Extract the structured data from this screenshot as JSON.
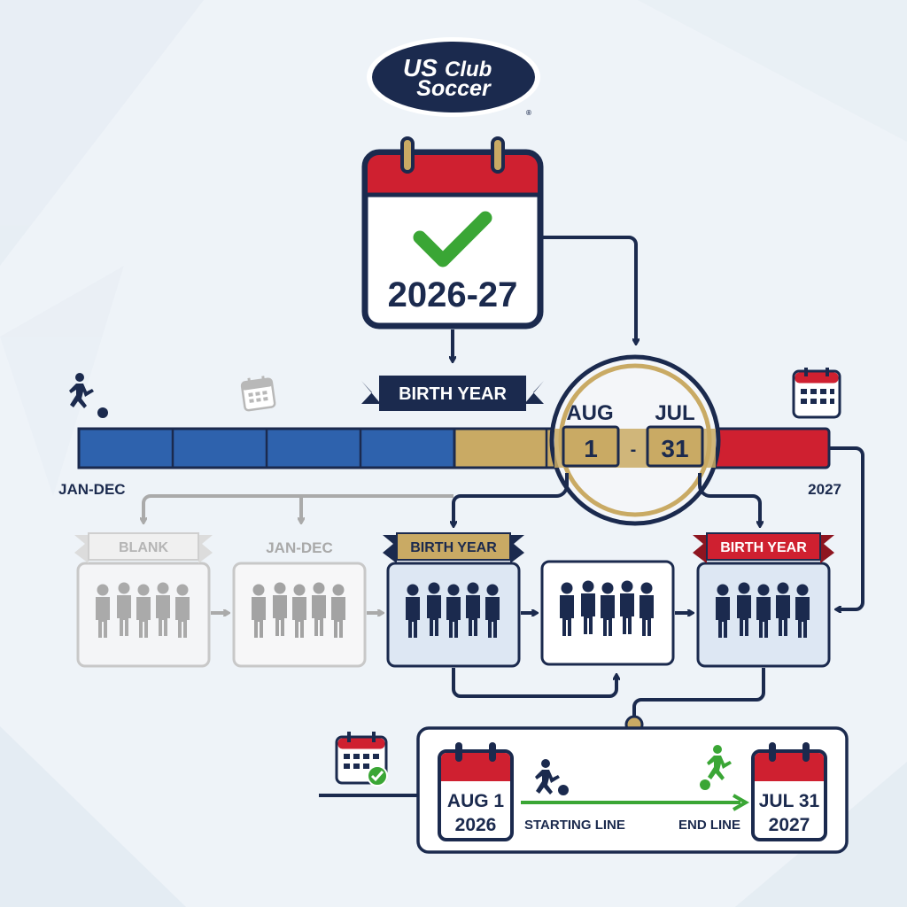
{
  "logo": {
    "line1": "US",
    "line2": "Club",
    "line3": "Soccer",
    "mark": "®"
  },
  "season": {
    "label": "2026-27",
    "icon": "calendar-check-icon"
  },
  "timeline": {
    "banner": "BIRTH YEAR",
    "left_label": "JAN-DEC",
    "right_label": "2027",
    "window": {
      "start_month": "AUG",
      "start_day": "1",
      "sep": "-",
      "end_month": "JUL",
      "end_day": "31"
    }
  },
  "groups": [
    {
      "banner": "BLANK",
      "style": "faded"
    },
    {
      "banner": "JAN-DEC",
      "style": "faded"
    },
    {
      "banner": "BIRTH YEAR",
      "style": "gold"
    },
    {
      "banner": "",
      "style": "plain"
    },
    {
      "banner": "BIRTH YEAR",
      "style": "red"
    }
  ],
  "season_window": {
    "start": {
      "line1": "AUG 1",
      "line2": "2026"
    },
    "end": {
      "line1": "JUL 31",
      "line2": "2027"
    },
    "start_caption": "STARTING LINE",
    "end_caption": "END LINE"
  },
  "colors": {
    "navy": "#1b2a4e",
    "red": "#cf2030",
    "gold": "#c9aa64",
    "blue": "#2e62ad",
    "green": "#3aa635"
  }
}
